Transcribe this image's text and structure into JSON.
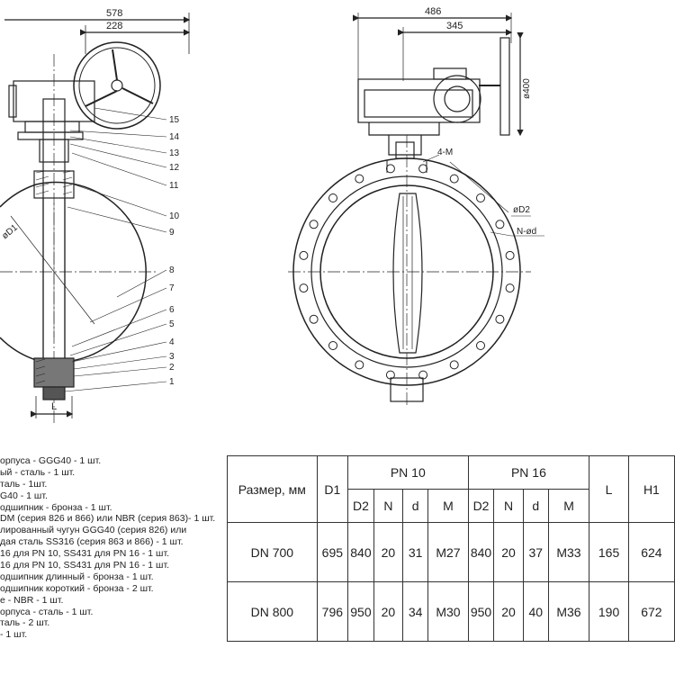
{
  "dims": {
    "left_overall": "578",
    "left_handwheel": "228",
    "right_overall": "486",
    "right_partial": "345",
    "handwheel_dia": "ø400",
    "d1": "øD1",
    "d2": "øD2",
    "n_holes": "N-ød",
    "tapped": "4-M",
    "l": "L"
  },
  "callouts": [
    "15",
    "14",
    "13",
    "12",
    "11",
    "10",
    "9",
    "8",
    "7",
    "6",
    "5",
    "4",
    "3",
    "2",
    "1"
  ],
  "parts": [
    "орпуса - GGG40 - 1 шт.",
    "ый - сталь - 1 шт.",
    "таль - 1шт.",
    "G40 - 1 шт.",
    "одшипник - бронза - 1 шт.",
    "DM (серия 826 и 866) или NBR (серия 863)- 1 шт.",
    "лированный чугун GGG40 (серия 826) или",
    "дая сталь SS316 (серия 863 и 866) - 1 шт.",
    "16 для PN 10, SS431 для PN 16 - 1 шт.",
    "16 для PN 10, SS431 для PN 16 - 1 шт.",
    "одшипник длинный - бронза - 1 шт.",
    "одшипник короткий - бронза - 2 шт.",
    "e - NBR - 1 шт.",
    "орпуса - сталь - 1 шт.",
    "таль - 2 шт.",
    "- 1 шт."
  ],
  "table": {
    "size_header": "Размер, мм",
    "d1": "D1",
    "pn10": "PN 10",
    "pn16": "PN 16",
    "l": "L",
    "h1": "H1",
    "sub": [
      "D2",
      "N",
      "d",
      "M"
    ],
    "rows": [
      {
        "size": "DN 700",
        "d1": "695",
        "pn10": [
          "840",
          "20",
          "31",
          "M27"
        ],
        "pn16": [
          "840",
          "20",
          "37",
          "M33"
        ],
        "l": "165",
        "h1": "624"
      },
      {
        "size": "DN  800",
        "d1": "796",
        "pn10": [
          "950",
          "20",
          "34",
          "M30"
        ],
        "pn16": [
          "950",
          "20",
          "40",
          "M36"
        ],
        "l": "190",
        "h1": "672"
      }
    ]
  }
}
